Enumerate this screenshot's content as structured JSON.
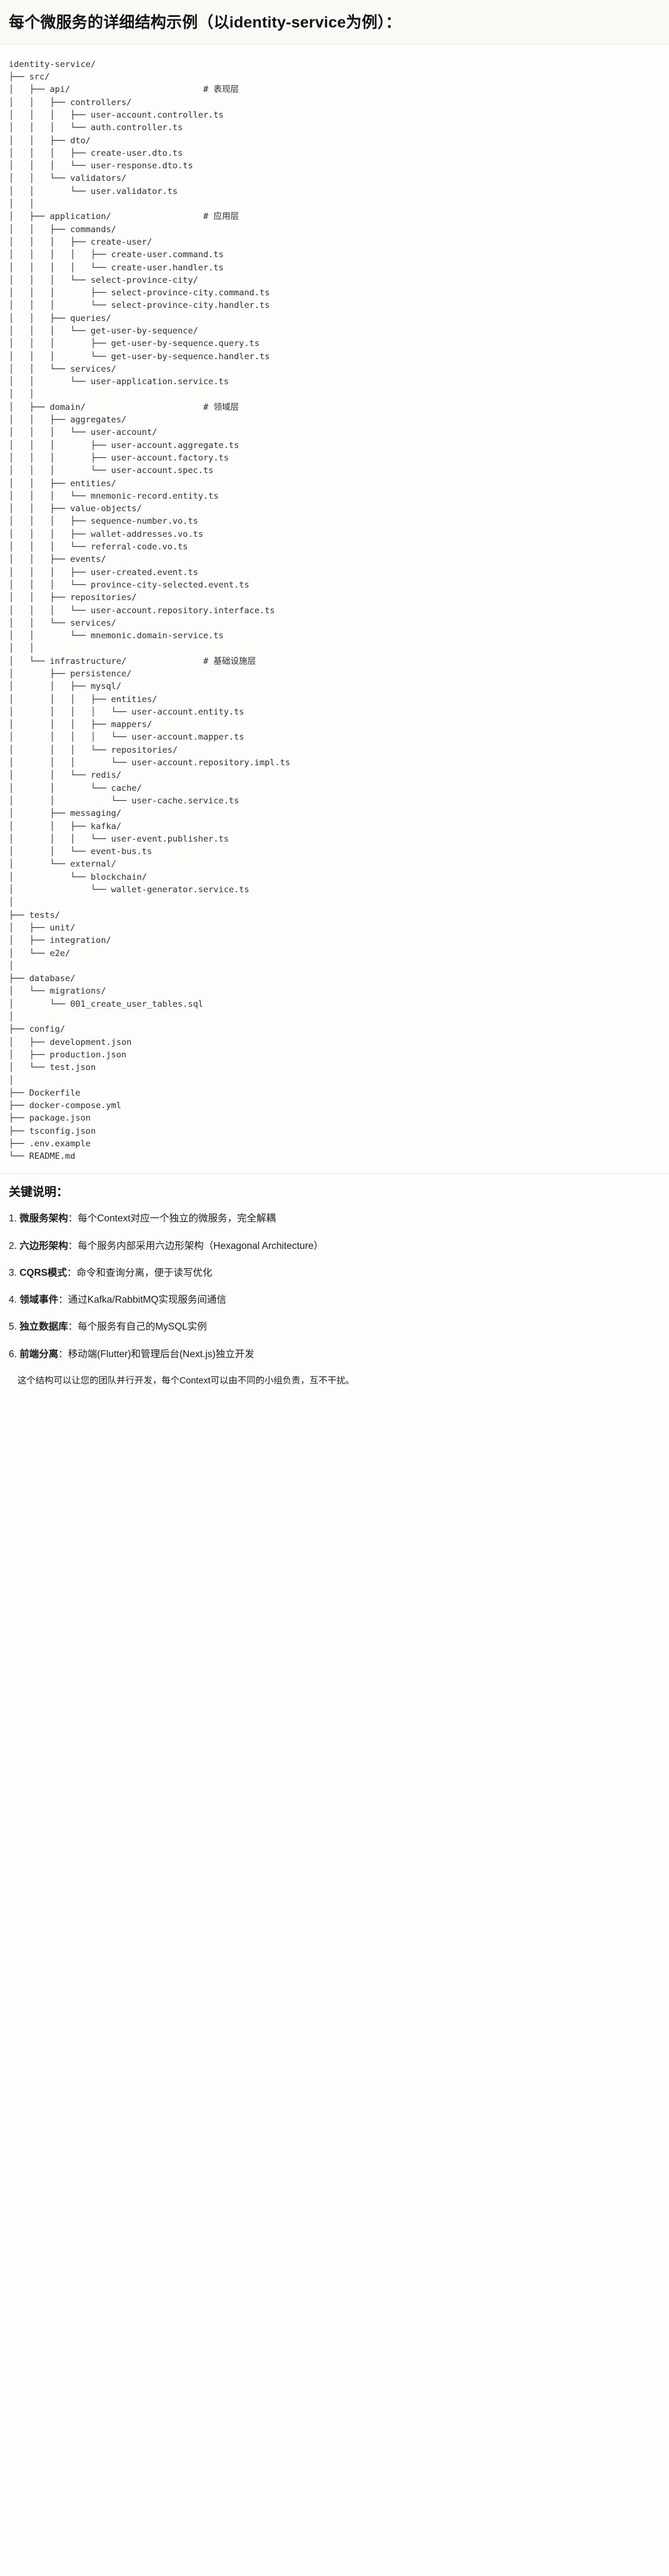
{
  "header": {
    "title": "每个微服务的详细结构示例（以identity-service为例）："
  },
  "tree": {
    "root": "identity-service/",
    "text": "identity-service/\n├── src/\n│   ├── api/                          # 表现层\n│   │   ├── controllers/\n│   │   │   ├── user-account.controller.ts\n│   │   │   └── auth.controller.ts\n│   │   ├── dto/\n│   │   │   ├── create-user.dto.ts\n│   │   │   └── user-response.dto.ts\n│   │   └── validators/\n│   │       └── user.validator.ts\n│   │\n│   ├── application/                  # 应用层\n│   │   ├── commands/\n│   │   │   ├── create-user/\n│   │   │   │   ├── create-user.command.ts\n│   │   │   │   └── create-user.handler.ts\n│   │   │   └── select-province-city/\n│   │   │       ├── select-province-city.command.ts\n│   │   │       └── select-province-city.handler.ts\n│   │   ├── queries/\n│   │   │   └── get-user-by-sequence/\n│   │   │       ├── get-user-by-sequence.query.ts\n│   │   │       └── get-user-by-sequence.handler.ts\n│   │   └── services/\n│   │       └── user-application.service.ts\n│   │\n│   ├── domain/                       # 领域层\n│   │   ├── aggregates/\n│   │   │   └── user-account/\n│   │   │       ├── user-account.aggregate.ts\n│   │   │       ├── user-account.factory.ts\n│   │   │       └── user-account.spec.ts\n│   │   ├── entities/\n│   │   │   └── mnemonic-record.entity.ts\n│   │   ├── value-objects/\n│   │   │   ├── sequence-number.vo.ts\n│   │   │   ├── wallet-addresses.vo.ts\n│   │   │   └── referral-code.vo.ts\n│   │   ├── events/\n│   │   │   ├── user-created.event.ts\n│   │   │   └── province-city-selected.event.ts\n│   │   ├── repositories/\n│   │   │   └── user-account.repository.interface.ts\n│   │   └── services/\n│   │       └── mnemonic.domain-service.ts\n│   │\n│   └── infrastructure/               # 基础设施层\n│       ├── persistence/\n│       │   ├── mysql/\n│       │   │   ├── entities/\n│       │   │   │   └── user-account.entity.ts\n│       │   │   ├── mappers/\n│       │   │   │   └── user-account.mapper.ts\n│       │   │   └── repositories/\n│       │   │       └── user-account.repository.impl.ts\n│       │   └── redis/\n│       │       └── cache/\n│       │           └── user-cache.service.ts\n│       ├── messaging/\n│       │   ├── kafka/\n│       │   │   └── user-event.publisher.ts\n│       │   └── event-bus.ts\n│       └── external/\n│           └── blockchain/\n│               └── wallet-generator.service.ts\n│\n├── tests/\n│   ├── unit/\n│   ├── integration/\n│   └── e2e/\n│\n├── database/\n│   └── migrations/\n│       └── 001_create_user_tables.sql\n│\n├── config/\n│   ├── development.json\n│   ├── production.json\n│   └── test.json\n│\n├── Dockerfile\n├── docker-compose.yml\n├── package.json\n├── tsconfig.json\n├── .env.example\n└── README.md",
    "layer_comments": [
      "# 表现层",
      "# 应用层",
      "# 领域层",
      "# 基础设施层"
    ]
  },
  "notes": {
    "title": "关键说明：",
    "items": [
      {
        "num": "1. ",
        "term": "微服务架构",
        "desc": "：每个Context对应一个独立的微服务，完全解耦"
      },
      {
        "num": "2. ",
        "term": "六边形架构",
        "desc": "：每个服务内部采用六边形架构（Hexagonal Architecture）"
      },
      {
        "num": "3. ",
        "term": "CQRS模式",
        "desc": "：命令和查询分离，便于读写优化"
      },
      {
        "num": "4. ",
        "term": "领域事件",
        "desc": "：通过Kafka/RabbitMQ实现服务间通信"
      },
      {
        "num": "5. ",
        "term": "独立数据库",
        "desc": "：每个服务有自己的MySQL实例"
      },
      {
        "num": "6. ",
        "term": "前端分离",
        "desc": "：移动端(Flutter)和管理后台(Next.js)独立开发"
      }
    ],
    "closing": "这个结构可以让您的团队并行开发，每个Context可以由不同的小组负责，互不干扰。"
  }
}
